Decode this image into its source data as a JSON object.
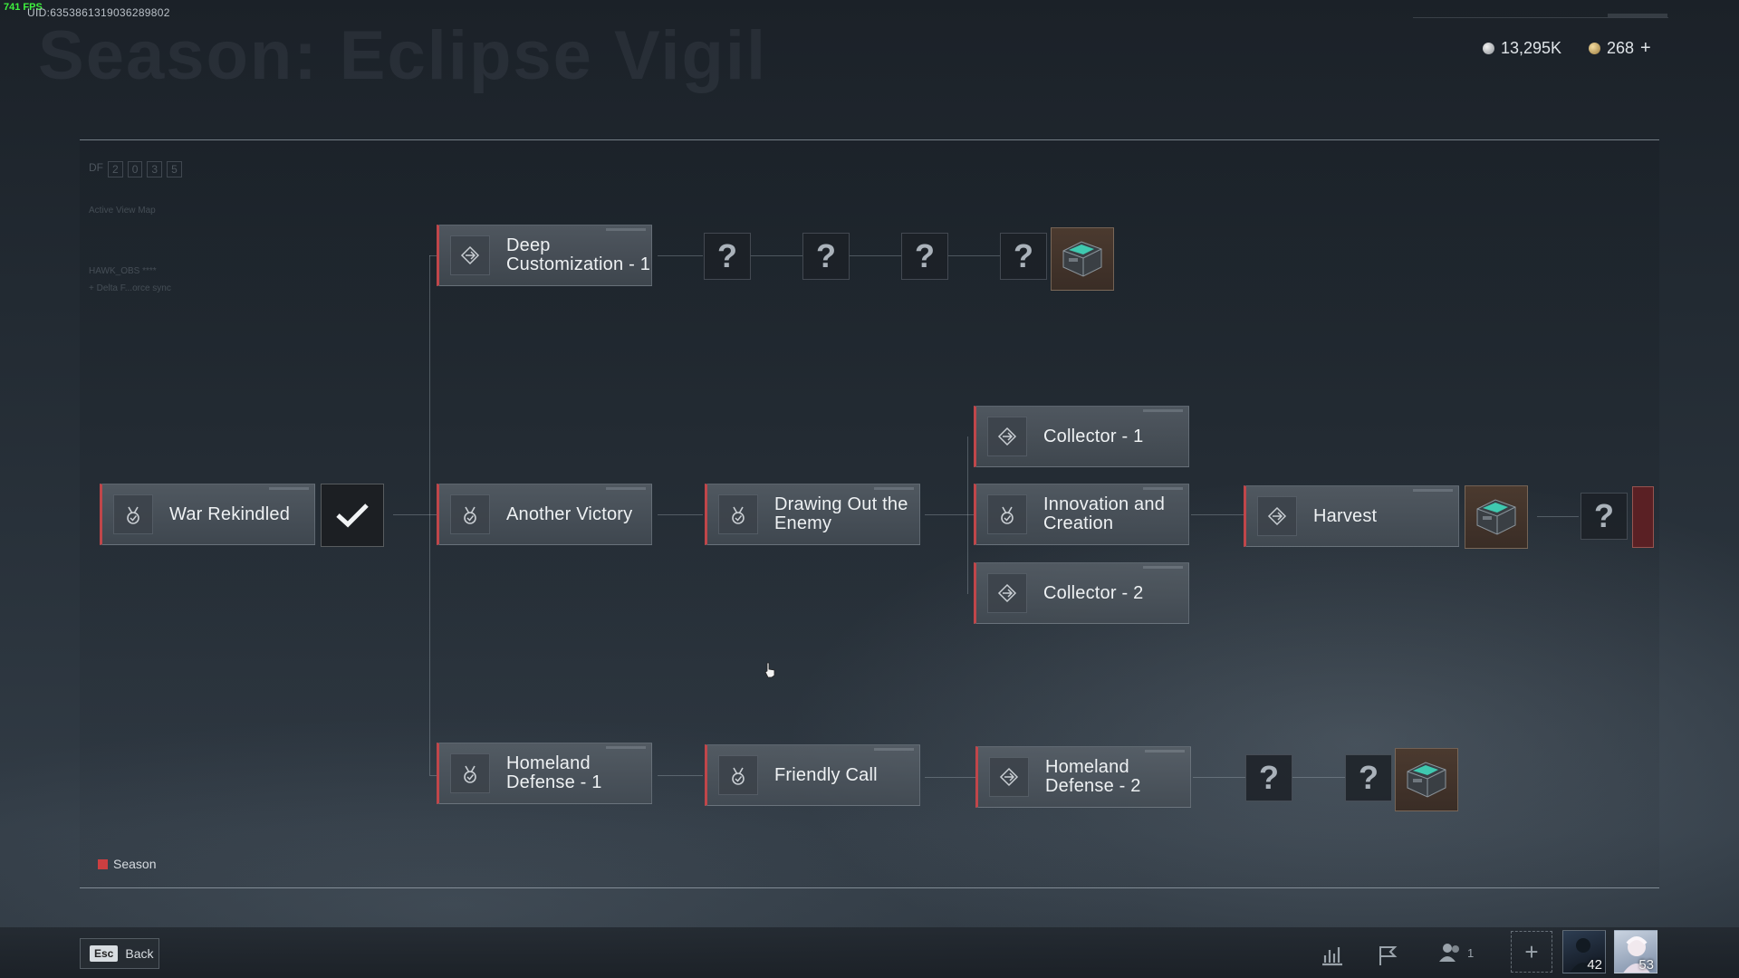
{
  "overlay": {
    "fps": "741 FPS",
    "uid": "UID:6353861319036289802"
  },
  "header": {
    "title": "Season: Eclipse Vigil"
  },
  "currencies": [
    {
      "amount": "13,295K",
      "icon": "silver-coin-icon"
    },
    {
      "amount": "268",
      "icon": "gold-coin-icon",
      "plus": "+"
    }
  ],
  "map_meta": {
    "df_label": "DF",
    "df_digits": [
      "2",
      "0",
      "3",
      "5"
    ],
    "view_label": "Active View Map",
    "code": "HAWK_OBS ****",
    "sub": "+ Delta F...orce sync"
  },
  "nodes": {
    "war_rekindled": "War Rekindled",
    "deep_customization": "Deep Customization - 1",
    "another_victory": "Another Victory",
    "drawing_out": "Drawing Out the Enemy",
    "collector1": "Collector - 1",
    "innovation": "Innovation and Creation",
    "collector2": "Collector - 2",
    "harvest": "Harvest",
    "homeland1": "Homeland Defense - 1",
    "friendly_call": "Friendly Call",
    "homeland2": "Homeland Defense - 2"
  },
  "unknown_glyph": "?",
  "legend": {
    "label": "Season",
    "color": "#cc3f41"
  },
  "bottom": {
    "esc": "Esc",
    "back": "Back",
    "squad_count": "1",
    "add": "+",
    "avatar1_level": "42",
    "avatar2_level": "53"
  }
}
